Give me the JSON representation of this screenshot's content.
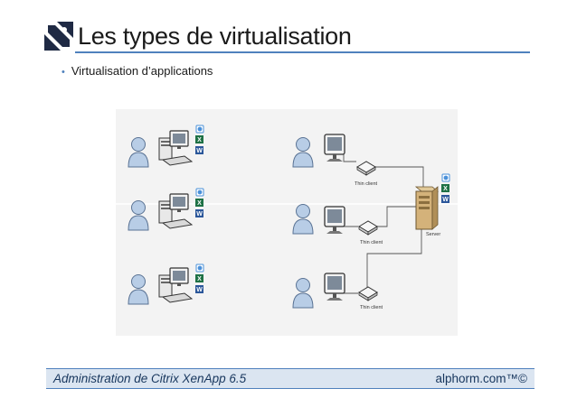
{
  "slide": {
    "title": "Les types de virtualisation",
    "bullet": "Virtualisation d’applications"
  },
  "diagram": {
    "thin_client_labels": [
      "Thin client",
      "Thin client",
      "Thin client"
    ],
    "server_label": "Server",
    "app_icons": [
      "ie-icon",
      "excel-icon",
      "word-icon"
    ]
  },
  "footer": {
    "course": "Administration de Citrix XenApp 6.5",
    "brand": "alphorm.com™©"
  },
  "colors": {
    "accent": "#4f81bd",
    "footer_bg": "#dbe5f1",
    "footer_text": "#17365d",
    "user_fill": "#b8cde6",
    "excel": "#1e7145",
    "word": "#2b579a"
  }
}
